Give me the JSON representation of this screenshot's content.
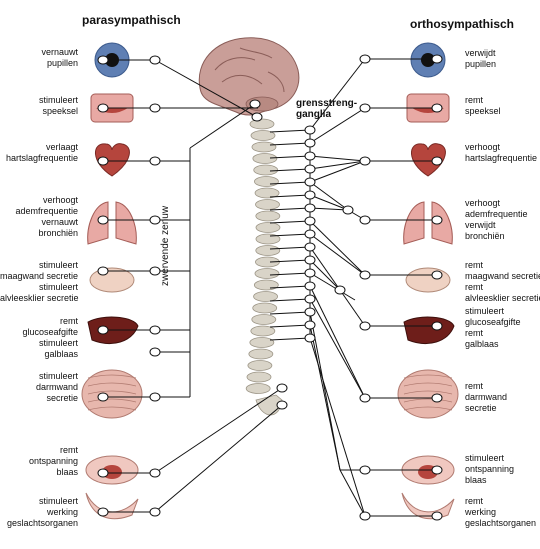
{
  "headers": {
    "left": "parasympathisch",
    "right": "orthosympathisch"
  },
  "ganglia_label": [
    "grensstreng-",
    "ganglia"
  ],
  "vagus_label": "zwervende zenuw",
  "left_labels": [
    {
      "organ": "eye",
      "lines": [
        "vernauwt",
        "pupillen"
      ]
    },
    {
      "organ": "mouth",
      "lines": [
        "stimuleert",
        "speeksel"
      ]
    },
    {
      "organ": "heart",
      "lines": [
        "verlaagt",
        "hartslagfrequentie"
      ]
    },
    {
      "organ": "lungs",
      "lines": [
        "verhoogt",
        "ademfrequentie",
        "vernauwt",
        "bronchiën"
      ]
    },
    {
      "organ": "stomach",
      "lines": [
        "stimuleert",
        "maagwand secretie",
        "stimuleert",
        "alvleesklier secretie"
      ]
    },
    {
      "organ": "liver",
      "lines": [
        "remt",
        "glucoseafgifte",
        "stimuleert",
        "galblaas"
      ]
    },
    {
      "organ": "intestine",
      "lines": [
        "stimuleert",
        "darmwand",
        "secretie"
      ]
    },
    {
      "organ": "bladder",
      "lines": [
        "remt",
        "ontspanning",
        "blaas"
      ]
    },
    {
      "organ": "genitals",
      "lines": [
        "stimuleert",
        "werking",
        "geslachtsorganen"
      ]
    }
  ],
  "right_labels": [
    {
      "organ": "eye",
      "lines": [
        "verwijdt",
        "pupillen"
      ]
    },
    {
      "organ": "mouth",
      "lines": [
        "remt",
        "speeksel"
      ]
    },
    {
      "organ": "heart",
      "lines": [
        "verhoogt",
        "hartslagfrequentie"
      ]
    },
    {
      "organ": "lungs",
      "lines": [
        "verhoogt",
        "ademfrequentie",
        "verwijdt",
        "bronchiën"
      ]
    },
    {
      "organ": "stomach",
      "lines": [
        "remt",
        "maagwand secretie",
        "remt",
        "alvleesklier secretie"
      ]
    },
    {
      "organ": "liver",
      "lines": [
        "stimuleert",
        "glucoseafgifte",
        "remt",
        "galblaas"
      ]
    },
    {
      "organ": "intestine",
      "lines": [
        "remt",
        "darmwand",
        "secretie"
      ]
    },
    {
      "organ": "bladder",
      "lines": [
        "stimuleert",
        "ontspanning",
        "blaas"
      ]
    },
    {
      "organ": "genitals",
      "lines": [
        "remt",
        "werking",
        "geslachtsorganen"
      ]
    }
  ],
  "colors": {
    "line": "#111111",
    "node_fill": "#ffffff",
    "organ_red": "#b5453d",
    "organ_pink": "#e8a9a4",
    "liver": "#6e1e1a",
    "bone": "#d9d4c8",
    "iris": "#5f7fb3"
  }
}
